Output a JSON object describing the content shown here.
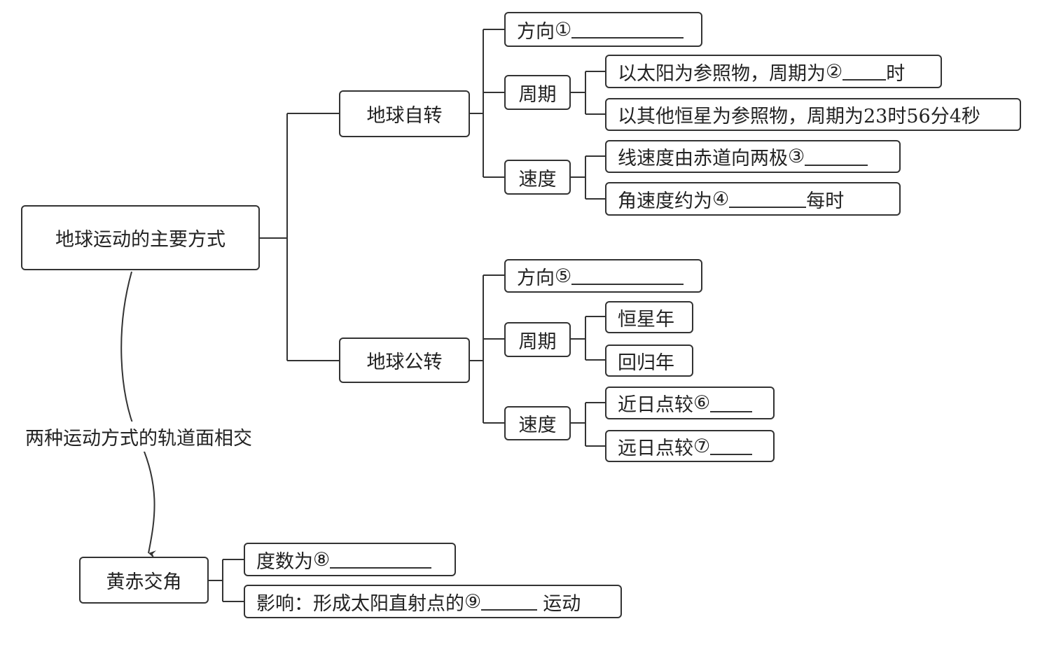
{
  "root": "地球运动的主要方式",
  "rotation": {
    "title": "地球自转",
    "direction": {
      "text": "方向",
      "mark": "①"
    },
    "period": {
      "title": "周期",
      "solar": {
        "text": "以太阳为参照物，周期为",
        "mark": "②",
        "suffix": "时"
      },
      "sidereal": {
        "text": "以其他恒星为参照物，周期为23时56分4秒"
      }
    },
    "speed": {
      "title": "速度",
      "linear": {
        "text": "线速度由赤道向两极",
        "mark": "③"
      },
      "angular": {
        "text": "角速度约为",
        "mark": "④",
        "suffix": "每时"
      }
    }
  },
  "revolution": {
    "title": "地球公转",
    "direction": {
      "text": "方向",
      "mark": "⑤"
    },
    "period": {
      "title": "周期",
      "sidereal_year": "恒星年",
      "tropical_year": "回归年"
    },
    "speed": {
      "title": "速度",
      "perihelion": {
        "text": "近日点较",
        "mark": "⑥"
      },
      "aphelion": {
        "text": "远日点较",
        "mark": "⑦"
      }
    }
  },
  "connector_label": "两种运动方式的轨道面相交",
  "obliquity": {
    "title": "黄赤交角",
    "degree": {
      "text": "度数为",
      "mark": "⑧"
    },
    "effect": {
      "text": "影响：形成太阳直射点的",
      "mark": "⑨",
      "suffix": "运动"
    }
  }
}
